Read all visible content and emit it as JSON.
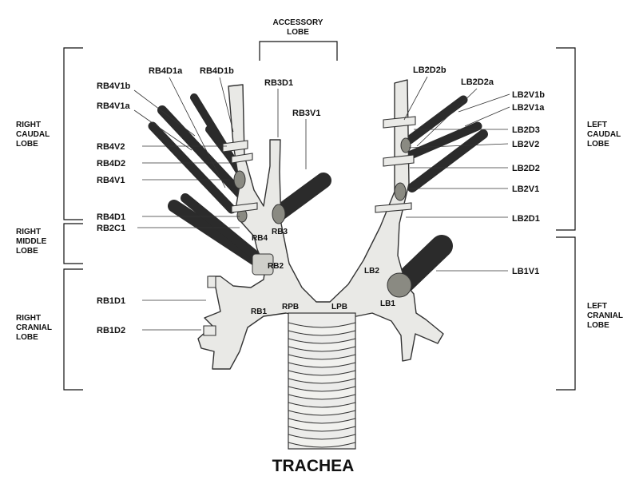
{
  "title": "TRACHEA",
  "groups": {
    "accessory_lobe": [
      "ACCESSORY",
      "LOBE"
    ],
    "right_caudal_lobe": [
      "RIGHT",
      "CAUDAL",
      "LOBE"
    ],
    "right_middle_lobe": [
      "RIGHT",
      "MIDDLE",
      "LOBE"
    ],
    "right_cranial_lobe": [
      "RIGHT",
      "CRANIAL",
      "LOBE"
    ],
    "left_caudal_lobe": [
      "LEFT",
      "CAUDAL",
      "LOBE"
    ],
    "left_cranial_lobe": [
      "LEFT",
      "CRANIAL",
      "LOBE"
    ]
  },
  "left_labels": {
    "rb4d1a": "RB4D1a",
    "rb4d1b": "RB4D1b",
    "rb4v1b": "RB4V1b",
    "rb3d1": "RB3D1",
    "rb4v1a": "RB4V1a",
    "rb3v1": "RB3V1",
    "rb4v2": "RB4V2",
    "rb4d2": "RB4D2",
    "rb4v1": "RB4V1",
    "rb4d1": "RB4D1",
    "rb2c1": "RB2C1",
    "rb1d1": "RB1D1",
    "rb1d2": "RB1D2"
  },
  "right_labels": {
    "lb2d2b": "LB2D2b",
    "lb2d2a": "LB2D2a",
    "lb2v1b": "LB2V1b",
    "lb2v1a": "LB2V1a",
    "lb2d3": "LB2D3",
    "lb2v2": "LB2V2",
    "lb2d2": "LB2D2",
    "lb2v1": "LB2V1",
    "lb2d1": "LB2D1",
    "lb1v1": "LB1V1"
  },
  "inner_labels": {
    "rb4": "RB4",
    "rb3": "RB3",
    "rb2": "RB2",
    "rb1": "RB1",
    "rpb": "RPB",
    "lpb": "LPB",
    "lb2": "LB2",
    "lb1": "LB1"
  },
  "colors": {
    "airway_fill": "#e9e9e6",
    "vessel": "#2b2b2b",
    "ink": "#111111"
  }
}
